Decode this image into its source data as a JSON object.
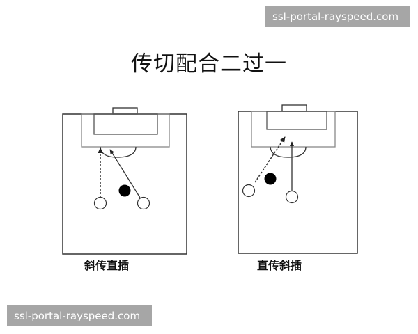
{
  "watermark": {
    "top_text": "ssl-portal-rayspeed.com",
    "bottom_text": "ssl-portal-rayspeed.com"
  },
  "title": "传切配合二过一",
  "diagrams": [
    {
      "caption": "斜传直插",
      "pass_type": "dashed-line-pass",
      "run_type": "solid-line-run",
      "players": [
        "open-circle-left",
        "open-circle-right"
      ],
      "defender": "black-dot"
    },
    {
      "caption": "直传斜插",
      "pass_type": "dashed-line-pass",
      "run_type": "solid-line-run",
      "players": [
        "open-circle-left",
        "open-circle-right"
      ],
      "defender": "black-dot"
    }
  ],
  "colors": {
    "line": "#333333",
    "box_line": "#777777",
    "watermark_bg": "#a6a6a6",
    "watermark_text": "#ffffff",
    "defender": "#000000"
  }
}
